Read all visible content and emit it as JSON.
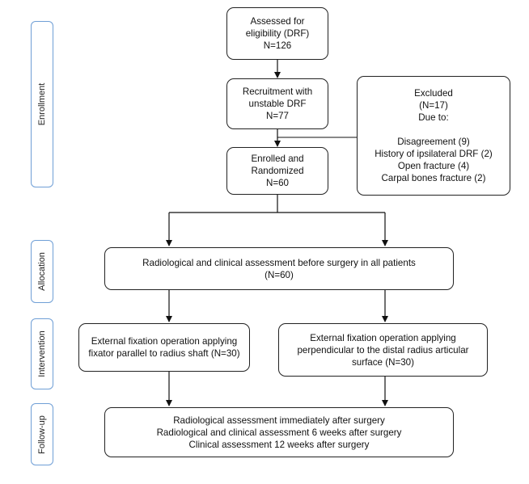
{
  "phases": {
    "enrollment": "Enrollment",
    "allocation": "Allocation",
    "intervention": "Intervention",
    "follow_up": "Follow-up"
  },
  "boxes": {
    "assessed": [
      "Assessed for",
      "eligibility (DRF)",
      "N=126"
    ],
    "recruitment": [
      "Recruitment with",
      "unstable DRF",
      "N=77"
    ],
    "excluded": {
      "header": [
        "Excluded",
        "(N=17)",
        "Due to:"
      ],
      "reasons": [
        "Disagreement (9)",
        "History of ipsilateral DRF (2)",
        "Open fracture (4)",
        "Carpal bones fracture (2)"
      ]
    },
    "enrolled": [
      "Enrolled and",
      "Randomized",
      "N=60"
    ],
    "allocation": [
      "Radiological and clinical assessment before surgery in all patients",
      "(N=60)"
    ],
    "intervention_left": [
      "External fixation operation applying",
      "fixator parallel to radius shaft (N=30)"
    ],
    "intervention_right": [
      "External fixation operation applying",
      "perpendicular to the distal radius articular",
      "surface (N=30)"
    ],
    "follow_up": [
      "Radiological assessment immediately after surgery",
      "Radiological and clinical assessment 6 weeks after surgery",
      "Clinical assessment 12 weeks after surgery"
    ]
  },
  "colors": {
    "phase_border": "#6f9fd6",
    "box_border": "#222222",
    "line": "#111111"
  }
}
